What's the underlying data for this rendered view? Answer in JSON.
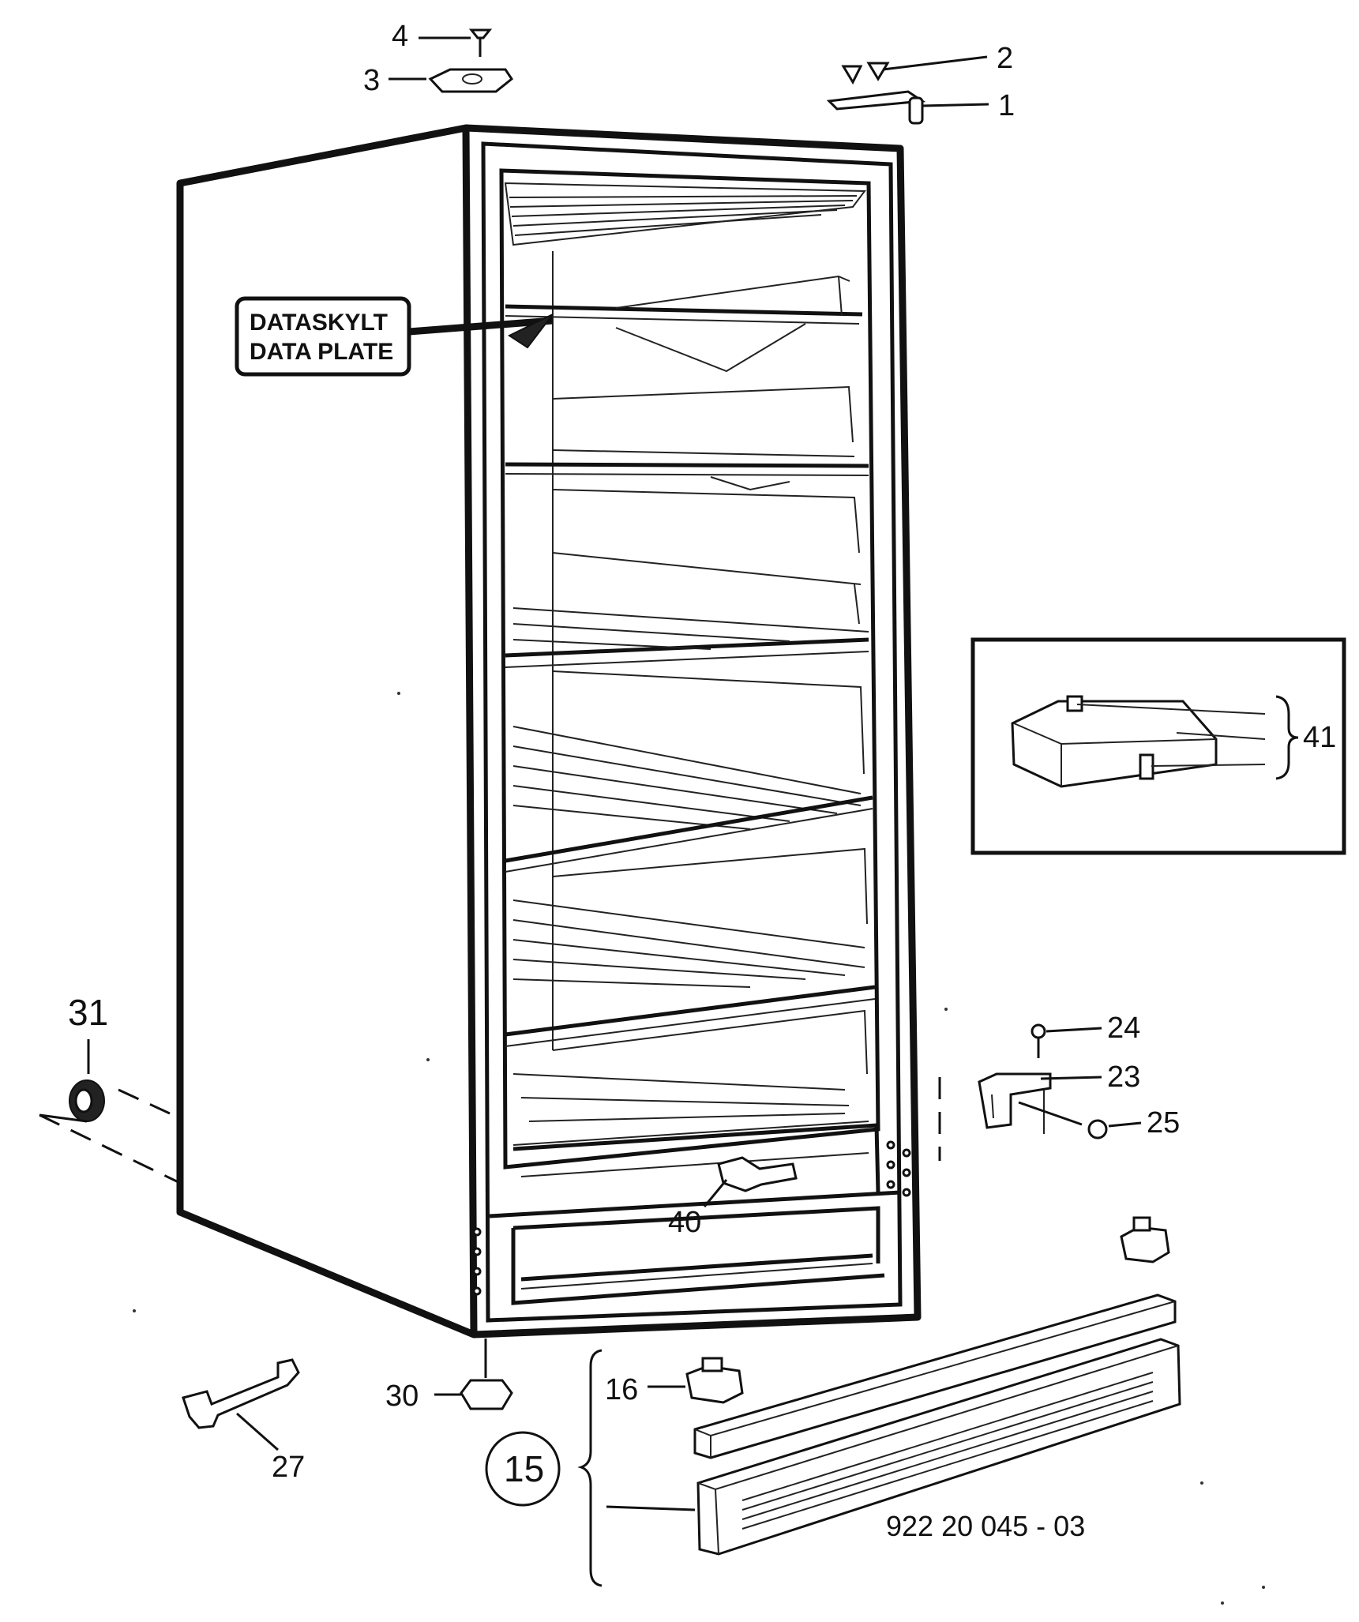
{
  "diagram": {
    "plate_label": {
      "line1": "DATASKYLT",
      "line2": "DATA PLATE"
    },
    "callouts": {
      "c1": "1",
      "c2": "2",
      "c3": "3",
      "c4": "4",
      "c15": "15",
      "c16": "16",
      "c23": "23",
      "c24": "24",
      "c25": "25",
      "c27": "27",
      "c30": "30",
      "c31": "31",
      "c40": "40",
      "c41": "41"
    },
    "drawing_number": "922 20 045 - 03"
  }
}
